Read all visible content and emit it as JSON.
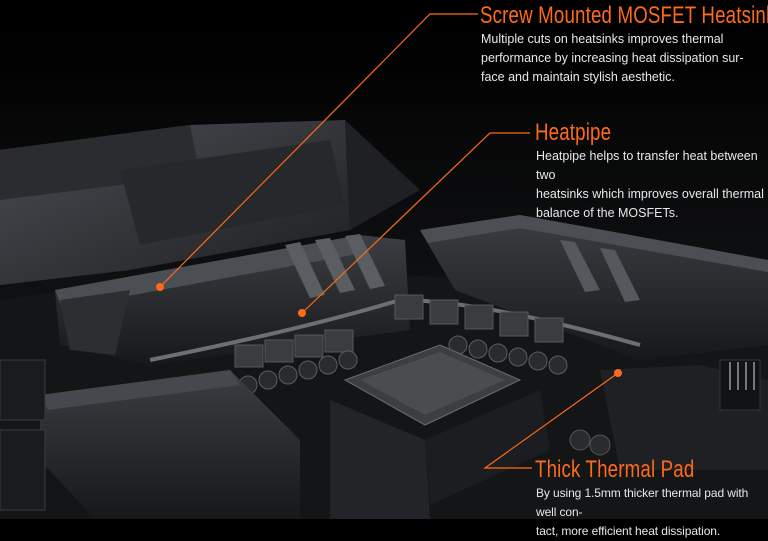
{
  "callouts": [
    {
      "title": "Screw Mounted MOSFET Heatsink",
      "body_lines": [
        "Multiple cuts on heatsinks improves thermal",
        "performance by increasing heat dissipation sur-",
        "face and maintain stylish aesthetic."
      ]
    },
    {
      "title": "Heatpipe",
      "body_lines": [
        "Heatpipe helps to transfer heat between two",
        "heatsinks which improves overall thermal",
        "balance of the MOSFETs."
      ]
    },
    {
      "title": "Thick Thermal Pad",
      "body_lines": [
        "By using 1.5mm thicker thermal pad with well con-",
        "tact, more efficient heat dissipation."
      ]
    }
  ],
  "colors": {
    "accent": "#ff6a1a",
    "background": "#000000",
    "body_text": "#e8e8e8"
  }
}
